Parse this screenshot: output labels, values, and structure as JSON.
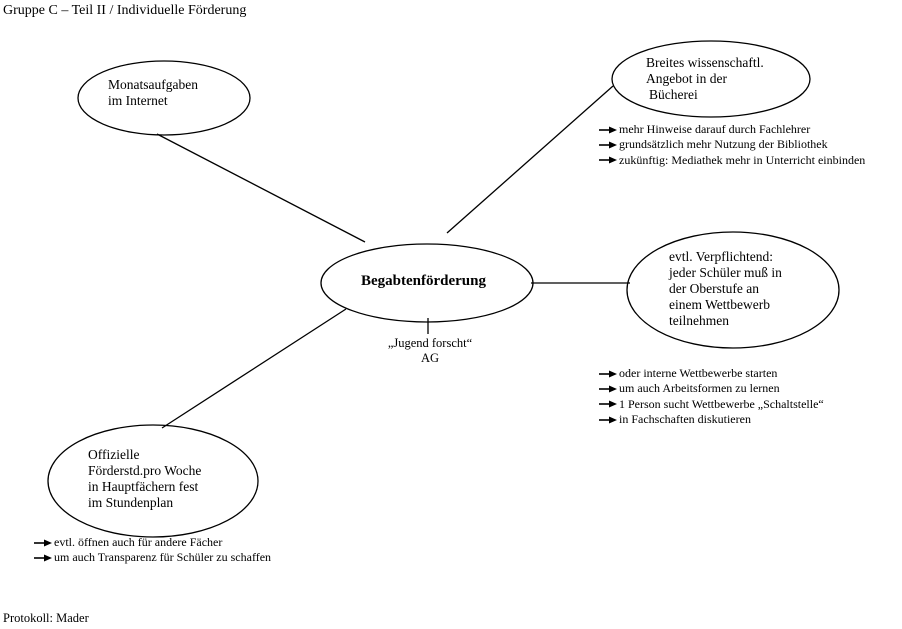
{
  "title": "Gruppe C – Teil II  / Individuelle Förderung",
  "center": "Begabtenförderung",
  "nodes": {
    "monat": [
      "Monatsaufgaben",
      "im Internet"
    ],
    "buecherei": [
      "Breites wissenschaftl.",
      "Angebot in der",
      "Bücherei"
    ],
    "wettbewerb": [
      "evtl. Verpflichtend:",
      "jeder Schüler muß in",
      "der Oberstufe an",
      "einem Wettbewerb",
      "teilnehmen"
    ],
    "foerder": [
      "Offizielle",
      "Förderstd.pro Woche",
      "in Hauptfächern fest",
      "im Stundenplan"
    ]
  },
  "jugend": [
    "„Jugend forscht“",
    "AG"
  ],
  "bullets": {
    "buecherei": [
      "mehr Hinweise darauf durch Fachlehrer",
      "grundsätzlich mehr Nutzung der Bibliothek",
      "zukünftig: Mediathek mehr in Unterricht einbinden"
    ],
    "wettbewerb": [
      "oder interne Wettbewerbe starten",
      "um auch Arbeitsformen zu lernen",
      "1 Person sucht Wettbewerbe „Schaltstelle“",
      "in Fachschaften diskutieren"
    ],
    "foerder": [
      "evtl. öffnen auch für andere Fächer",
      "um auch Transparenz für Schüler zu schaffen"
    ]
  },
  "footer": "Protokoll: Mader"
}
